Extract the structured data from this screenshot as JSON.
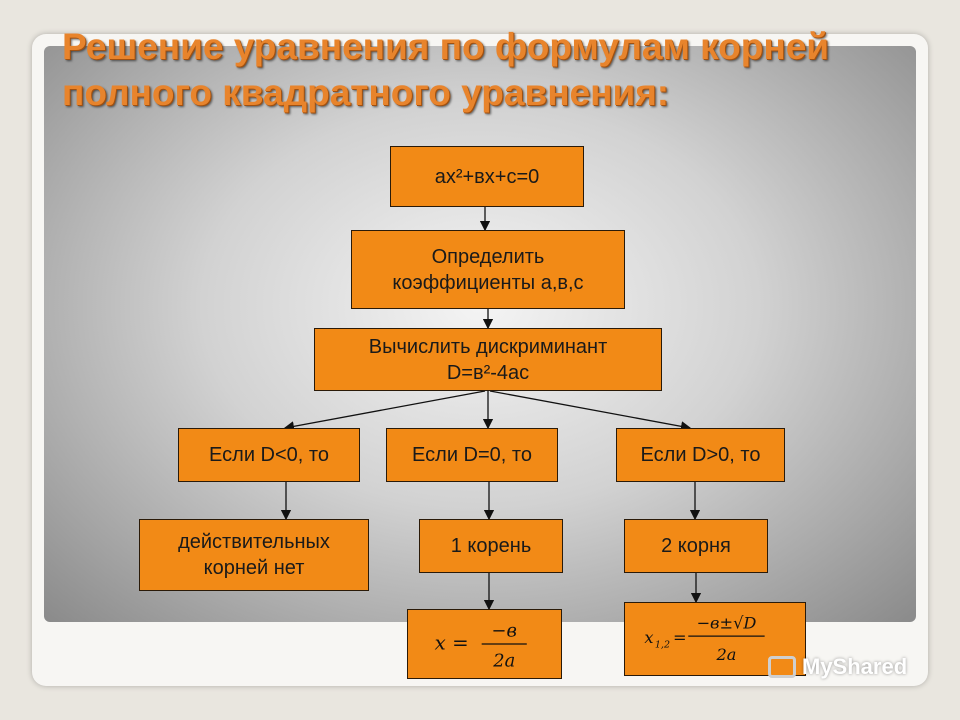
{
  "title": "Решение уравнения по формулам корней полного квадратного уравнения:",
  "boxes": {
    "equation": "ax²+вx+c=0",
    "coefficients": "Определить\nкоэффициенты a,в,c",
    "discriminant": "Вычислить дискриминант\nD=в²-4ac",
    "if_negative": "Если D<0, то",
    "if_zero": "Если D=0, то",
    "if_positive": "Если D>0, то",
    "no_roots": "действительных\nкорней нет",
    "one_root": "1 корень",
    "two_roots": "2 корня"
  },
  "formulas": {
    "one_root_lhs": "x =",
    "one_root_num": "−в",
    "one_root_den": "2a",
    "two_root_lhs": "x",
    "two_root_sub": "1,2",
    "two_root_eq": "=",
    "two_root_num": "−в±√D",
    "two_root_den": "2a"
  },
  "watermark": "MyShared",
  "colors": {
    "box_fill": "#f28a16",
    "title": "#e8842c"
  }
}
